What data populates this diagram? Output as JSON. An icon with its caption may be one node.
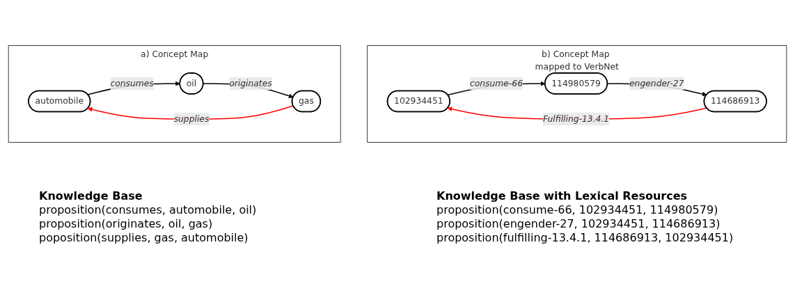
{
  "diagram": {
    "nodes": [
      {
        "text": [
          "a) Concept Map"
        ]
      },
      {
        "text": [
          "automobile"
        ],
        "in": 0
      },
      {
        "text": [
          "oil"
        ],
        "in": 0
      },
      {
        "text": [
          "gas"
        ],
        "in": 0
      },
      {
        "text": [
          "b) Concept Map mapped to VerbNet"
        ]
      },
      {
        "text": [
          "102934451"
        ],
        "in": 4
      },
      {
        "text": [
          "114980579"
        ],
        "in": 4
      },
      {
        "text": [
          "114686913"
        ],
        "in": 4
      }
    ],
    "edges": [
      {
        "from": 1,
        "to": 2,
        "arrow": "to",
        "label": "consumes"
      },
      {
        "from": 2,
        "to": 3,
        "arrow": "to",
        "label": "originates"
      },
      {
        "from": 3,
        "to": 1,
        "arrow": "to",
        "label": "supplies",
        "color": "#ff0000"
      },
      {
        "from": 5,
        "to": 6,
        "arrow": "to",
        "label": "consume-66"
      },
      {
        "from": 6,
        "to": 7,
        "arrow": "to",
        "label": "engender-27"
      },
      {
        "from": 7,
        "to": 5,
        "arrow": "to",
        "label": "Fulfilling-13.4.1",
        "color": "#ff0000"
      }
    ],
    "labels": [
      "Knowledge Base",
      "proposition(consumes, automobile, oil)",
      "proposition(originates, oil, gas)",
      "poposition(supplies, gas, automobile)",
      "Knowledge Base with Lexical Resources",
      "proposition(consume-66, 102934451, 114980579)",
      "proposition(engender-27, 102934451, 114686913)",
      "proposition(fulfilling-13.4.1, 114686913, 102934451)"
    ]
  }
}
